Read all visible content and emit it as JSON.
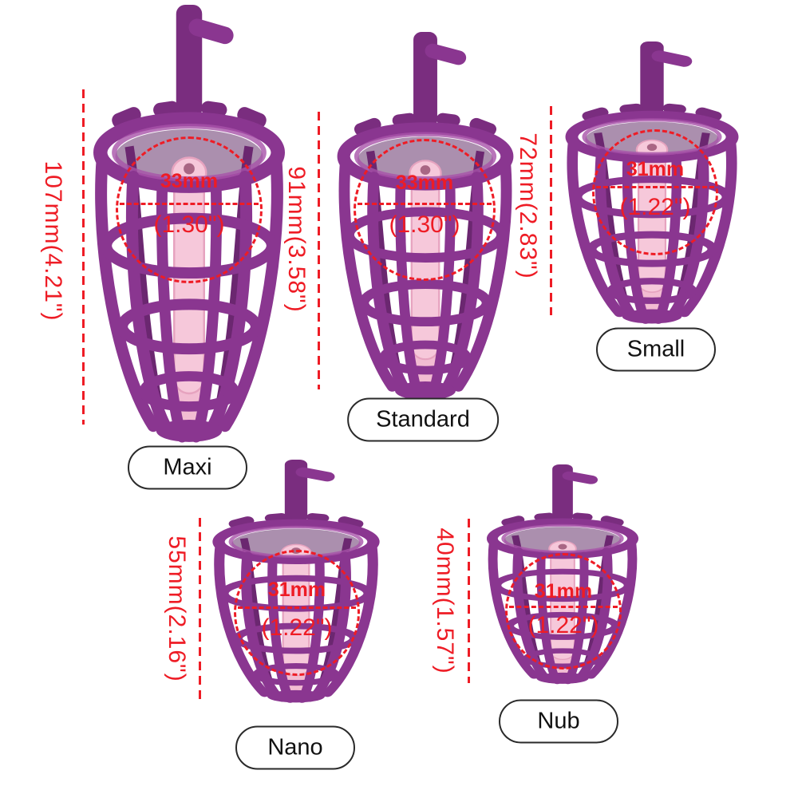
{
  "figure": {
    "background": "#ffffff",
    "accent_red": "#ee1c25",
    "cage_purple": "#8a3690",
    "inner_pink": "#f6c8da"
  },
  "products": [
    {
      "id": "maxi",
      "label": "Maxi",
      "length": "107mm(4.21\")",
      "diameter_mm": "33mm",
      "diameter_in": "(1.30\")"
    },
    {
      "id": "standard",
      "label": "Standard",
      "length": "91mm(3.58\")",
      "diameter_mm": "33mm",
      "diameter_in": "(1.30\")"
    },
    {
      "id": "small",
      "label": "Small",
      "length": "72mm(2.83\")",
      "diameter_mm": "31mm",
      "diameter_in": "(1.22\")"
    },
    {
      "id": "nano",
      "label": "Nano",
      "length": "55mm(2.16\")",
      "diameter_mm": "31mm",
      "diameter_in": "(1.22\")"
    },
    {
      "id": "nub",
      "label": "Nub",
      "length": "40mm(1.57\")",
      "diameter_mm": "31mm",
      "diameter_in": "(1.22\")"
    }
  ]
}
